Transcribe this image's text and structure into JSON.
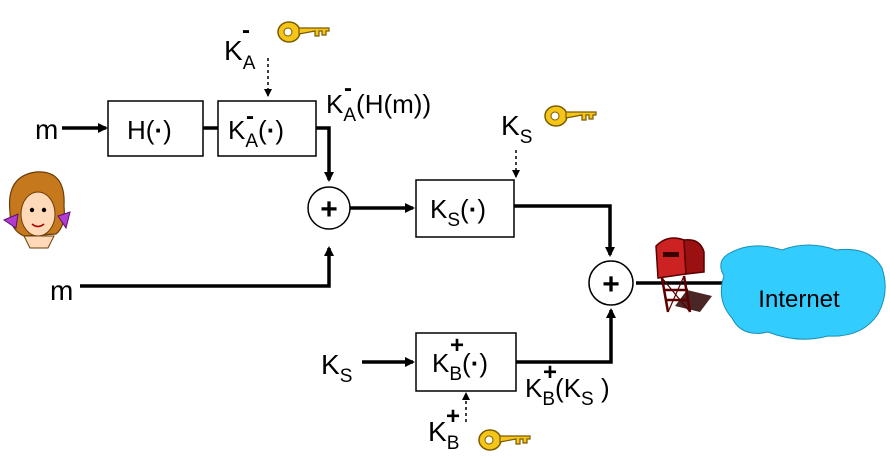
{
  "sender_message_top": "m",
  "sender_message_bottom": "m",
  "hash_box": {
    "label": "H(",
    "arg": "·",
    "close": ")"
  },
  "sign_box": {
    "key": "K",
    "sub": "A",
    "sign": "-",
    "open": "(",
    "arg": "·",
    "close": ")"
  },
  "signing_key": {
    "key": "K",
    "sub": "A",
    "sign": "-"
  },
  "signature_output": {
    "key": "K",
    "sub": "A",
    "sign": "-",
    "rest": "(H(m))"
  },
  "session_key_label": {
    "key": "K",
    "sub": "S"
  },
  "session_box": {
    "key": "K",
    "sub": "S",
    "open": "(",
    "arg": "·",
    "close": ")"
  },
  "session_key_input": {
    "key": "K",
    "sub": "S"
  },
  "public_box": {
    "key": "K",
    "sub": "B",
    "sign": "+",
    "open": "(",
    "arg": "·",
    "close": ")"
  },
  "public_key_label": {
    "key": "K",
    "sub": "B",
    "sign": "+"
  },
  "public_output": {
    "key": "K",
    "sub": "B",
    "sign": "+",
    "rest_open": "(K",
    "rest_sub": "S",
    "rest_close": " )"
  },
  "combiner_symbol": "+",
  "network": {
    "label": "Internet"
  },
  "icons": [
    "key-icon",
    "sender-person-icon",
    "mailbox-icon",
    "internet-cloud-icon"
  ],
  "colors": {
    "line": "#000000",
    "cloud": "#33ccff",
    "key": "#f5c518",
    "mailbox": "#cc2222"
  }
}
